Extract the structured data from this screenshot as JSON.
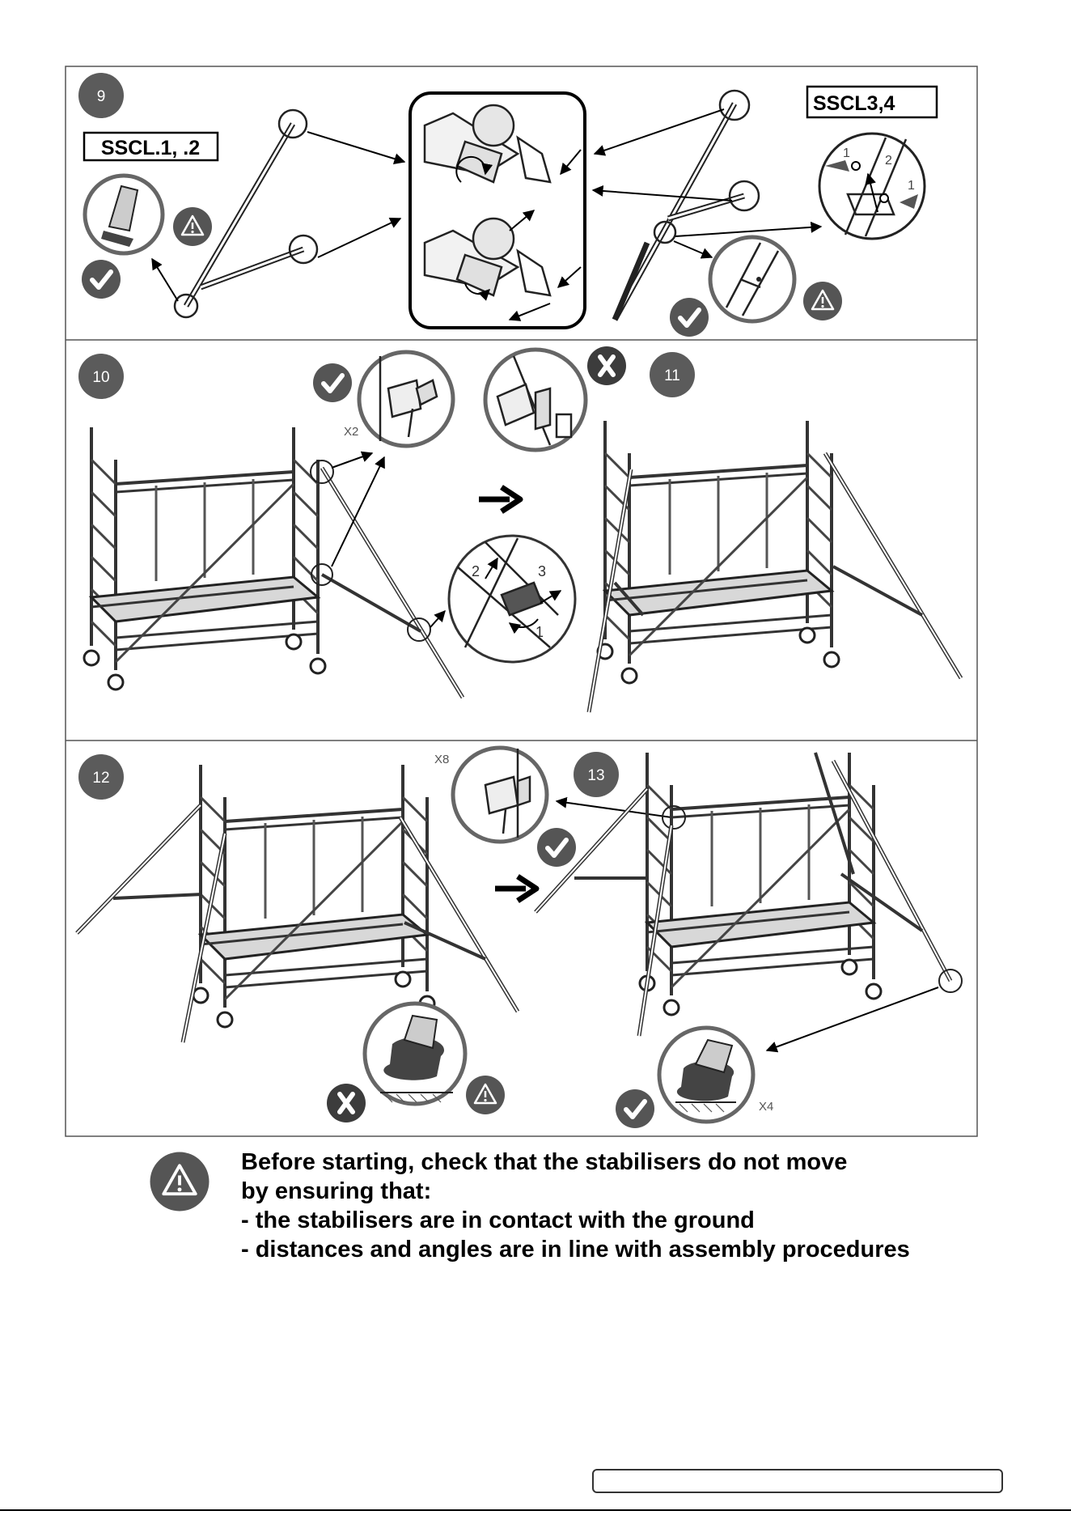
{
  "steps": {
    "s9": "9",
    "s10": "10",
    "s11": "11",
    "s12": "12",
    "s13": "13"
  },
  "models": {
    "left": "SSCL.1, .2",
    "right": "SSCL3,4"
  },
  "labels": {
    "lock_1a": "1",
    "lock_2": "2",
    "lock_1b": "1",
    "clamp_2": "2",
    "clamp_3": "3",
    "clamp_1": "1",
    "x2": "X2",
    "x8": "X8",
    "x4": "X4"
  },
  "warning": {
    "line1": "Before starting, check that the stabilisers do not move",
    "line2": "by ensuring that:",
    "line3": "- the stabilisers are in contact with the ground",
    "line4": "- distances and angles are in line with assembly procedures"
  },
  "colors": {
    "badge": "#5b5b5b",
    "line": "#1a1a1a",
    "frame": "#555555"
  },
  "icons": [
    "warning-icon",
    "check-icon",
    "cross-icon",
    "arrow-icon"
  ]
}
